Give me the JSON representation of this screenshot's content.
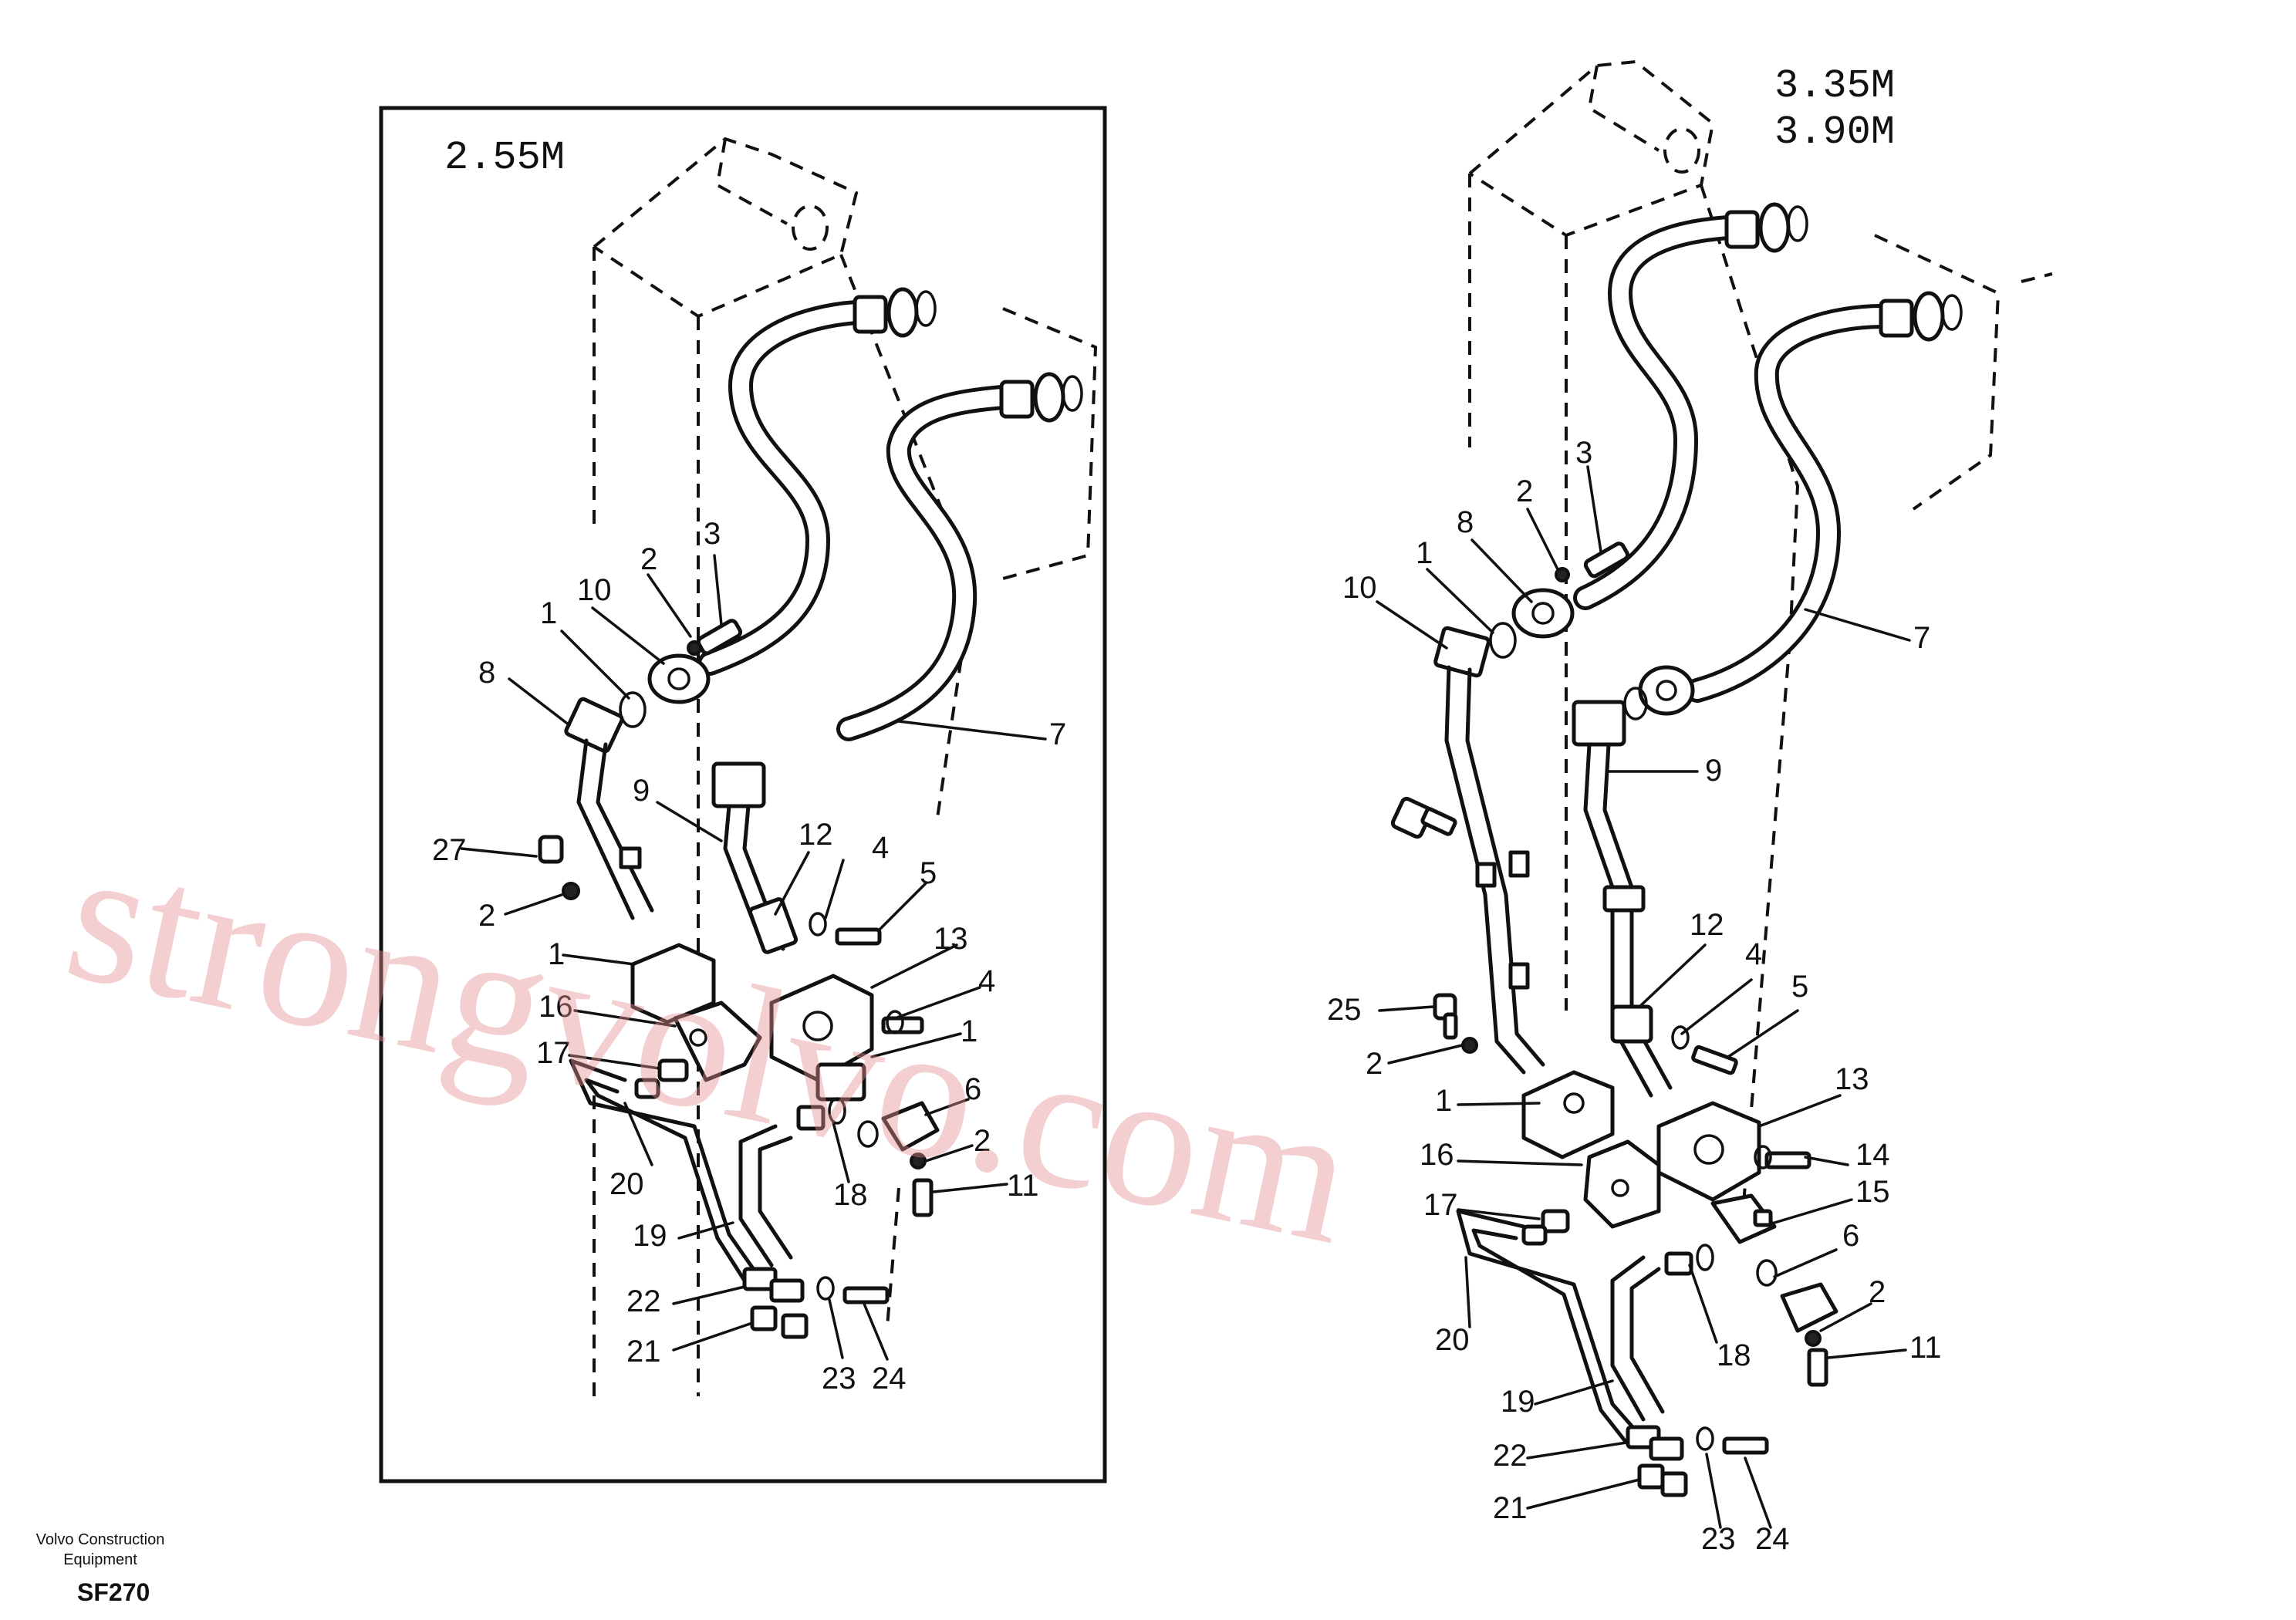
{
  "left_view": {
    "title": "2.55M",
    "labels": [
      "1",
      "2",
      "3",
      "8",
      "10",
      "9",
      "7",
      "27",
      "2",
      "12",
      "4",
      "5",
      "1",
      "13",
      "4",
      "1",
      "16",
      "17",
      "6",
      "2",
      "11",
      "20",
      "18",
      "19",
      "22",
      "21",
      "23",
      "24"
    ]
  },
  "right_view": {
    "title_line1": "3.35M",
    "title_line2": "3.90M",
    "labels": [
      "3",
      "2",
      "8",
      "1",
      "10",
      "7",
      "9",
      "12",
      "4",
      "5",
      "25",
      "2",
      "1",
      "13",
      "14",
      "16",
      "15",
      "17",
      "6",
      "2",
      "11",
      "20",
      "18",
      "19",
      "22",
      "21",
      "23",
      "24"
    ]
  },
  "footer": {
    "brand_line1": "Volvo Construction",
    "brand_line2": "Equipment",
    "code": "SF270"
  },
  "watermark": "strongvolvo.com"
}
